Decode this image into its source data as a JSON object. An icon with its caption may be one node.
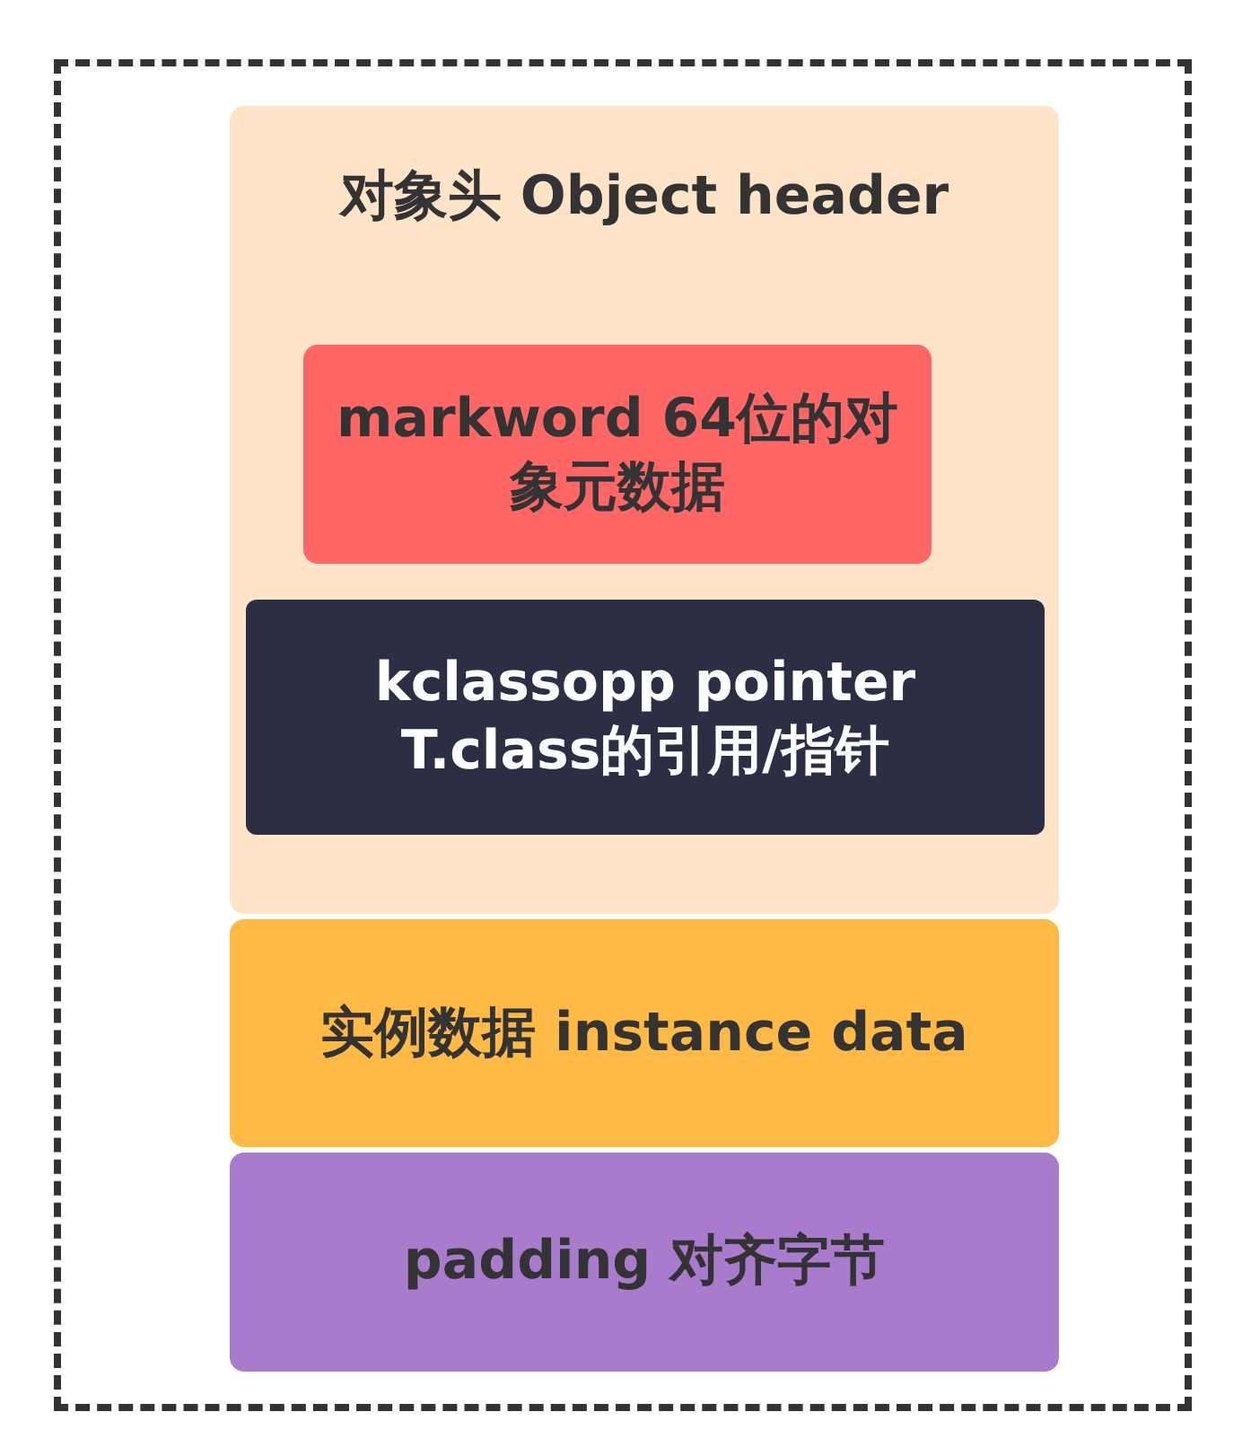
{
  "diagram": {
    "nodes": [
      {
        "text": [],
        "shape": "box"
      },
      {
        "text": [
          "对象头 Object header"
        ],
        "in": 0
      },
      {
        "text": [
          "markword 64位的对象元数据"
        ],
        "in": 1
      },
      {
        "text": [
          "kclassopp pointer T.class的引用/指针"
        ],
        "in": 1
      },
      {
        "text": [
          "实例数据 instance data"
        ],
        "in": 0
      },
      {
        "text": [
          "padding 对齐字节"
        ],
        "in": 0
      }
    ]
  }
}
